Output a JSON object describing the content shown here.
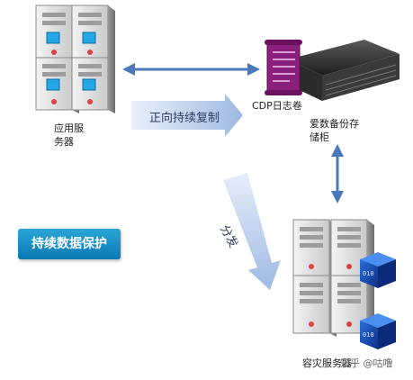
{
  "diagram": {
    "app_server_label": "应用服\n务器",
    "cdp_log_label": "CDP日志卷",
    "storage_label": "爱数备份存\n储柜",
    "forward_replication_label": "正向持续复制",
    "distribution_label": "分发",
    "backup_server_label": "容灾服务器",
    "continuous_protection_label": "持续数据保护",
    "tape_glyph": "010",
    "watermark": "知乎 @咕噜"
  }
}
